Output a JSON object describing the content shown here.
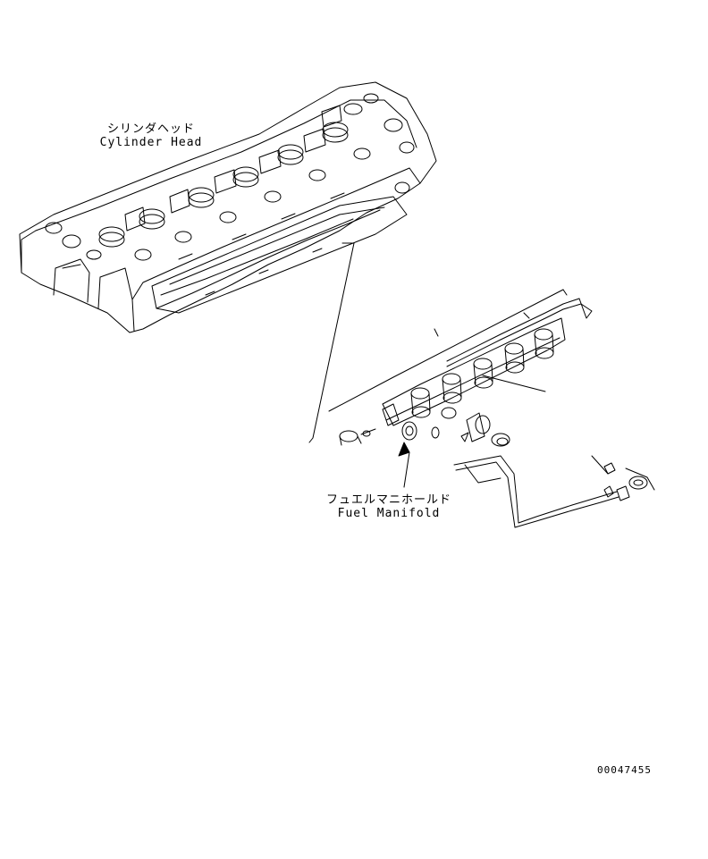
{
  "labels": {
    "cylinder_head_jp": "シリンダヘッド",
    "cylinder_head_en": "Cylinder Head",
    "fuel_manifold_jp": "フュエルマニホールド",
    "fuel_manifold_en": "Fuel Manifold"
  },
  "drawing_number": "00047455"
}
